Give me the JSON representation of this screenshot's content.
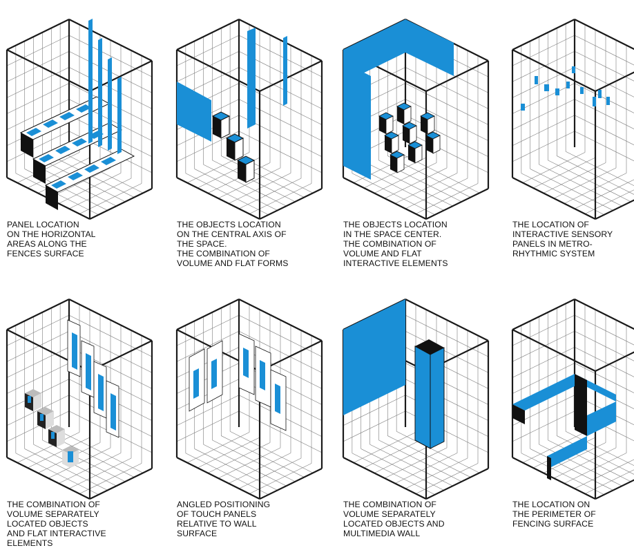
{
  "colors": {
    "blue": "#1a8fd6",
    "black": "#111111",
    "grid": "#7a7a7a",
    "edge": "#1a1a1a"
  },
  "panels": [
    {
      "caption": "PANEL LOCATION\nON THE HORIZONTAL\nAREAS ALONG THE\nFENCES SURFACE"
    },
    {
      "caption": "THE OBJECTS LOCATION\nON THE CENTRAL AXIS OF\nTHE SPACE.\nTHE COMBINATION OF\nVOLUME AND FLAT FORMS"
    },
    {
      "caption": "THE OBJECTS  LOCATION\nIN THE SPACE CENTER.\nTHE COMBINATION OF\nVOLUME AND FLAT\nINTERACTIVE ELEMENTS"
    },
    {
      "caption": "THE LOCATION OF\nINTERACTIVE SENSORY\nPANELS IN METRO-\nRHYTHMIC SYSTEM"
    },
    {
      "caption": "THE COMBINATION OF\nVOLUME SEPARATELY\nLOCATED OBJECTS\nAND FLAT INTERACTIVE\nELEMENTS"
    },
    {
      "caption": "ANGLED POSITIONING\nOF TOUCH PANELS\nRELATIVE TO WALL\nSURFACE"
    },
    {
      "caption": "THE COMBINATION OF\nVOLUME SEPARATELY\nLOCATED OBJECTS AND\nMULTIMEDIA WALL"
    },
    {
      "caption": "THE LOCATION ON\nTHE PERIMETER OF\nFENCING SURFACE"
    }
  ]
}
